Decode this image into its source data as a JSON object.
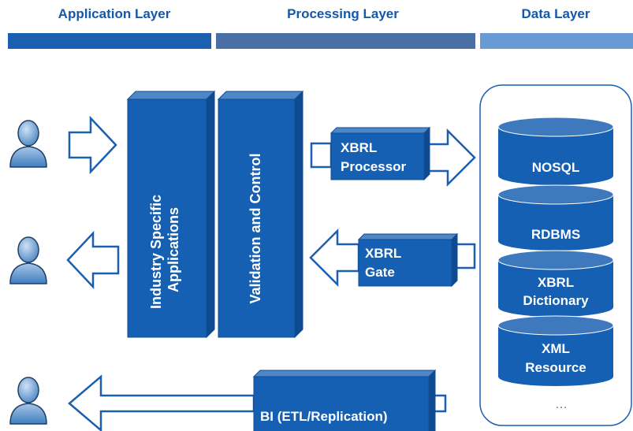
{
  "header": {
    "application_layer": "Application Layer",
    "processing_layer": "Processing Layer",
    "data_layer": "Data Layer"
  },
  "blocks": {
    "industry_line1": "Industry Specific",
    "industry_line2": "Applications",
    "validation": "Validation and Control",
    "processor_line1": "XBRL",
    "processor_line2": "Processor",
    "gate_line1": "XBRL",
    "gate_line2": "Gate",
    "bi": "BI (ETL/Replication)"
  },
  "databases": {
    "nosql": "NOSQL",
    "rdbms": "RDBMS",
    "dictionary_line1": "XBRL",
    "dictionary_line2": "Dictionary",
    "xml_line1": "XML",
    "xml_line2": "Resource",
    "ellipsis": "…"
  },
  "colors": {
    "app_band": "#1a5fb0",
    "proc_band": "#4a6fa5",
    "data_band": "#6a9ad6",
    "block_blue": "#1660b3",
    "title_blue": "#1558a8"
  }
}
